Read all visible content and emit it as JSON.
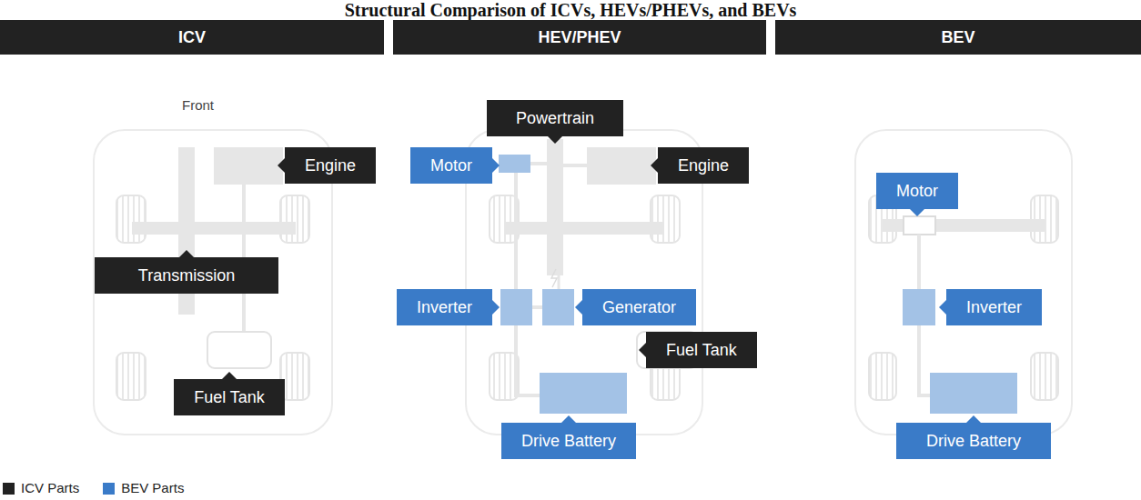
{
  "diagram": {
    "title": "Structural Comparison of ICVs, HEVs/PHEVs, and BEVs",
    "nodes": [
      {
        "text": [
          "ICV"
        ]
      },
      {
        "text": [
          "HEV/PHEV"
        ]
      },
      {
        "text": [
          "BEV"
        ]
      },
      {
        "text": [
          "Engine"
        ]
      },
      {
        "text": [
          "Transmission"
        ]
      },
      {
        "text": [
          "Fuel Tank"
        ]
      },
      {
        "text": [
          "Powertrain"
        ]
      },
      {
        "text": [
          "Motor"
        ]
      },
      {
        "text": [
          "Engine"
        ]
      },
      {
        "text": [
          "Inverter"
        ]
      },
      {
        "text": [
          "Generator"
        ]
      },
      {
        "text": [
          "Fuel Tank"
        ]
      },
      {
        "text": [
          "Drive Battery"
        ]
      },
      {
        "text": [
          "Motor"
        ]
      },
      {
        "text": [
          "Inverter"
        ]
      },
      {
        "text": [
          "Drive Battery"
        ]
      }
    ],
    "labels": [
      "Front"
    ],
    "legend": [
      {
        "text": "ICV Parts",
        "color": "#222222"
      },
      {
        "text": "BEV Parts",
        "color": "#3a7bc8"
      }
    ]
  }
}
